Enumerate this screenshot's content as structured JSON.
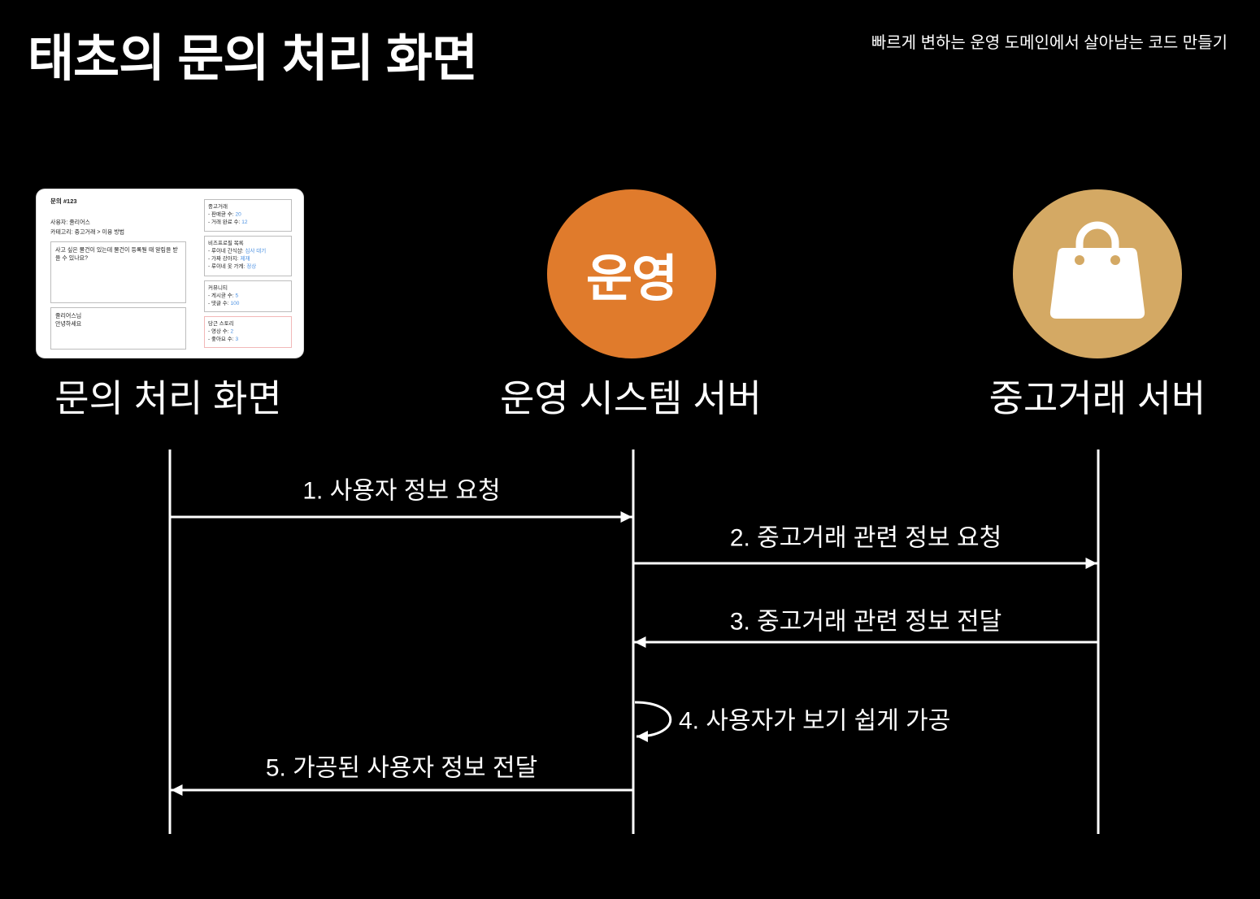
{
  "header": {
    "title": "태초의 문의 처리 화면",
    "subtitle": "빠르게 변하는 운영 도메인에서 살아남는 코드 만들기"
  },
  "colors": {
    "background": "#000000",
    "foreground": "#ffffff",
    "ops_server": "#E07B2C",
    "market_server": "#D4A964",
    "status_value": "#4A90E2"
  },
  "actors": [
    {
      "label": "문의 처리 화면"
    },
    {
      "label": "운영 시스템 서버",
      "badge": "운영"
    },
    {
      "label": "중고거래 서버",
      "icon": "shopping-bag-icon"
    }
  ],
  "messages": [
    {
      "label": "1. 사용자 정보 요청",
      "from": 0,
      "to": 1
    },
    {
      "label": "2. 중고거래 관련 정보 요청",
      "from": 1,
      "to": 2
    },
    {
      "label": "3. 중고거래 관련 정보 전달",
      "from": 2,
      "to": 1
    },
    {
      "label": "4. 사용자가 보기 쉽게 가공",
      "from": 1,
      "to": 1
    },
    {
      "label": "5. 가공된 사용자 정보 전달",
      "from": 1,
      "to": 0
    }
  ],
  "inquiry_screen": {
    "inquiry_id": "문의 #123",
    "user": "사용자: 줄리어스",
    "category": "카테고리: 중고거래 > 이용 방법",
    "question": "사고 싶은 물건이 있는데 물건이 등록될 때 알림을 받을 수 있나요?",
    "reply_lines": [
      "줄리어스님",
      "안녕하세요"
    ],
    "panels": [
      {
        "title": "중고거래",
        "rows": [
          {
            "label": "- 판매글 수:",
            "value": "20"
          },
          {
            "label": "- 거래 완료 수:",
            "value": "12"
          }
        ]
      },
      {
        "title": "비즈프로필 목록",
        "rows": [
          {
            "label": "- 루이네 간식샵:",
            "value": "심사 대기"
          },
          {
            "label": "- 가짜 강아지:",
            "value": "제재"
          },
          {
            "label": "- 루이네 옷 가게:",
            "value": "정상"
          }
        ]
      },
      {
        "title": "커뮤니티",
        "rows": [
          {
            "label": "- 게시글 수:",
            "value": "5"
          },
          {
            "label": "- 댓글 수:",
            "value": "100"
          }
        ]
      },
      {
        "title": "당근 스토리",
        "rows": [
          {
            "label": "- 영상 수:",
            "value": "2"
          },
          {
            "label": "- 좋아요 수:",
            "value": "3"
          }
        ]
      }
    ]
  }
}
